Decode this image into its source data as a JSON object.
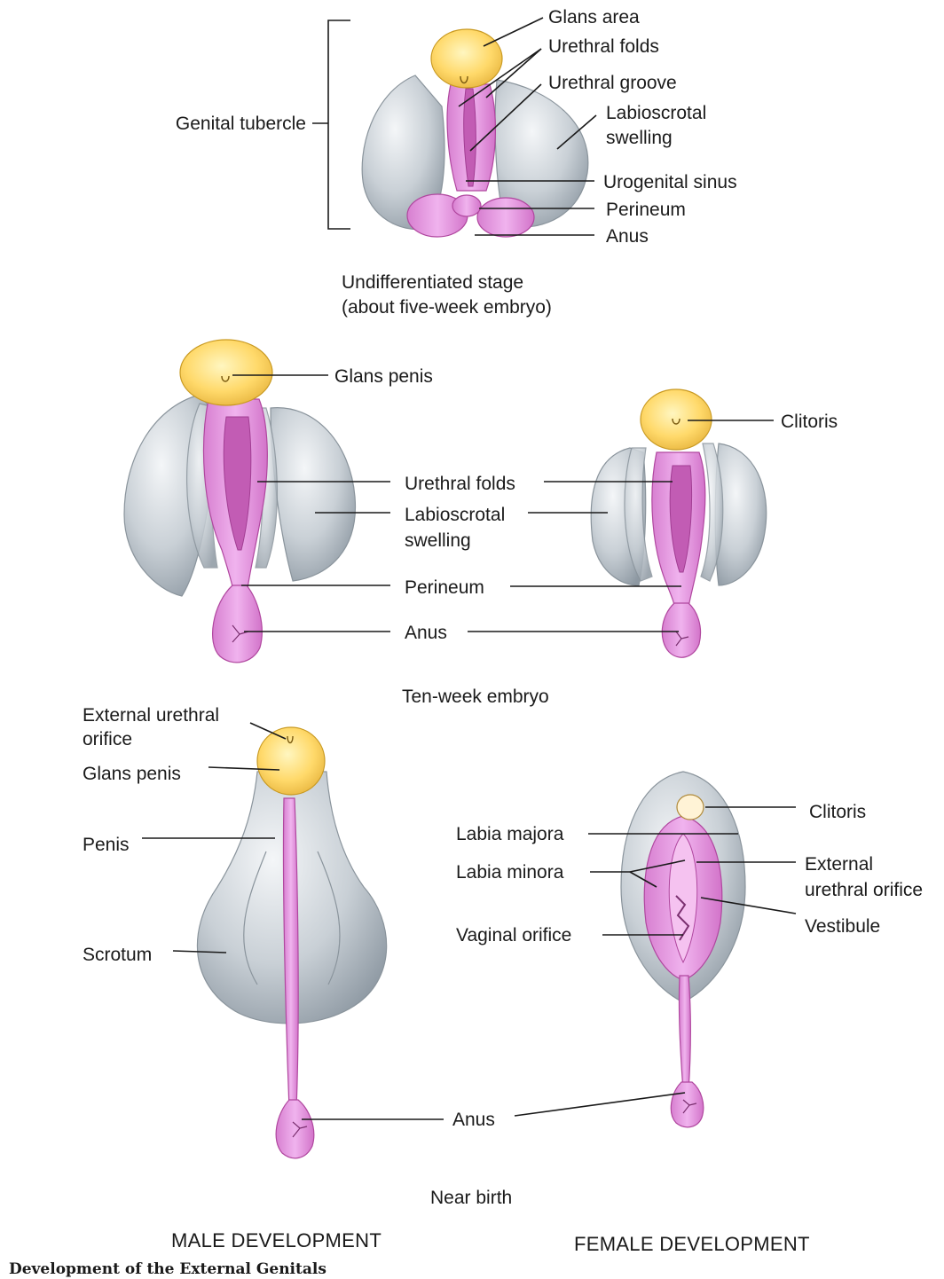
{
  "diagram": {
    "undifferentiated": {
      "labels": {
        "genital_tubercle": "Genital tubercle",
        "glans_area": "Glans area",
        "urethral_folds": "Urethral folds",
        "urethral_groove": "Urethral groove",
        "labioscrotal_1": "Labioscrotal",
        "labioscrotal_2": "swelling",
        "urogenital_sinus": "Urogenital sinus",
        "perineum": "Perineum",
        "anus": "Anus"
      },
      "caption_1": "Undifferentiated stage",
      "caption_2": "(about five-week embryo)"
    },
    "ten_week": {
      "labels": {
        "glans_penis": "Glans penis",
        "clitoris": "Clitoris",
        "urethral_folds": "Urethral folds",
        "labioscrotal_1": "Labioscrotal",
        "labioscrotal_2": "swelling",
        "perineum": "Perineum",
        "anus": "Anus"
      },
      "caption": "Ten-week embryo"
    },
    "near_birth": {
      "male_labels": {
        "external_urethral_1": "External urethral",
        "external_urethral_2": "orifice",
        "glans_penis": "Glans penis",
        "penis": "Penis",
        "scrotum": "Scrotum"
      },
      "female_labels": {
        "clitoris": "Clitoris",
        "labia_majora": "Labia majora",
        "labia_minora": "Labia minora",
        "external_urethral_1": "External",
        "external_urethral_2": "urethral orifice",
        "vestibule": "Vestibule",
        "vaginal_orifice": "Vaginal orifice"
      },
      "anus": "Anus",
      "caption": "Near birth"
    },
    "male_heading": "MALE DEVELOPMENT",
    "female_heading": "FEMALE DEVELOPMENT",
    "title": "Development of the External Genitals"
  }
}
